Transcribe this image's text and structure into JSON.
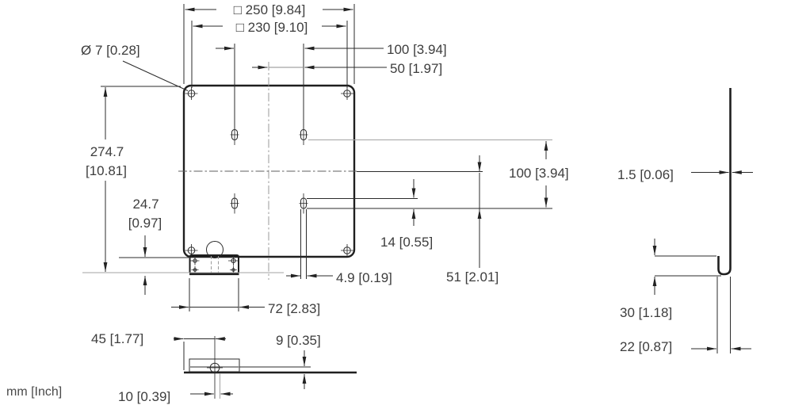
{
  "meta": {
    "drawing_type": "dimensional drawing, sheet-metal mounting plate with bracket",
    "units_note": "mm [Inch]",
    "colors": {
      "line": "#2b2b2b",
      "gray_line": "#a3a3a3",
      "text": "#3d3d3d",
      "background": "#ffffff"
    }
  },
  "views": {
    "front": "front view of square plate with corner holes, four slots and bottom bracket",
    "side": "side profile view of plate with bottom hook bracket",
    "bottom": "bottom view of plate edge with bracket and hole"
  },
  "dimensions": {
    "outer_square": "□ 250 [9.84]",
    "hole_pattern_square": "□ 230 [9.10]",
    "slot_spacing_horizontal": "100 [3.94]",
    "slot_offset_from_center": "50 [1.97]",
    "corner_hole_diameter": "Ø 7 [0.28]",
    "overall_height_mm": "274.7",
    "overall_height_inch": "[10.81]",
    "bracket_protrusion_mm": "24.7",
    "bracket_protrusion_inch": "[0.97]",
    "slot_spacing_vertical": "100 [3.94]",
    "slot_length": "14 [0.55]",
    "slot_offset_below_center": "51 [2.01]",
    "slot_width": "4.9 [0.19]",
    "bracket_width": "72 [2.83]",
    "bracket_hole_offset": "45 [1.77]",
    "bracket_face_offset": "9 [0.35]",
    "bracket_hole_spacing": "10 [0.39]",
    "plate_thickness": "1.5 [0.06]",
    "bracket_height": "30 [1.18]",
    "bracket_depth": "22 [0.87]"
  }
}
